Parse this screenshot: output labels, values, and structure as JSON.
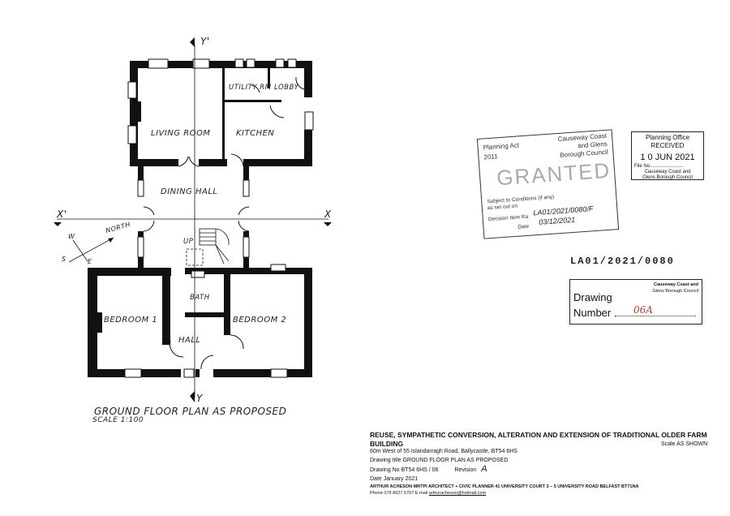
{
  "plan": {
    "rooms": [
      {
        "name": "LIVING ROOM"
      },
      {
        "name": "UTILITY RM"
      },
      {
        "name": "LOBBY"
      },
      {
        "name": "KITCHEN"
      },
      {
        "name": "DINING HALL"
      },
      {
        "name": "BATH"
      },
      {
        "name": "BEDROOM 1"
      },
      {
        "name": "BEDROOM 2"
      },
      {
        "name": "HALL"
      }
    ],
    "stair_label": "UP",
    "section_labels": {
      "y_top": "Y'",
      "y_bottom": "Y",
      "x_left": "X'",
      "x_right": "X"
    },
    "compass": {
      "north": "NORTH",
      "w": "W",
      "e": "E",
      "s": "S"
    },
    "title": "GROUND FLOOR PLAN AS PROPOSED",
    "scale": "SCALE 1:100"
  },
  "granted_stamp": {
    "act": "Planning Act",
    "year": "2011",
    "council_line1": "Causeway Coast",
    "council_line2": "and Glens",
    "council_line3": "Borough Council",
    "status": "GRANTED",
    "subject": "Subject to Conditions (if any)",
    "as_set_out": "as set out on",
    "decision_label": "Decision Item Ra",
    "decision_value": "LA01/2021/0080/F",
    "date_label": "Date",
    "date_value": "03/12/2021"
  },
  "received_stamp": {
    "line1": "Planning Office",
    "line2": "RECEIVED",
    "date": "1 0 JUN 2021",
    "file_no": "File No.........................",
    "council1": "Causeway Coast and",
    "council2": "Glens Borough Council"
  },
  "reference_number": "LA01/2021/0080",
  "drawing_number_box": {
    "council1": "Causeway Coast and",
    "council2": "Glens Borough Council",
    "label1": "Drawing",
    "label2": "Number",
    "value": "06A"
  },
  "title_block": {
    "project": "REUSE, SYMPATHETIC CONVERSION, ALTERATION AND EXTENSION OF TRADITIONAL OLDER FARM BUILDING",
    "address": "60m West of 55 Islandarragh Road, Ballycastle, BT54 6HS",
    "scale": "Scale AS SHOWN",
    "drawing_title": "Drawing title  GROUND FLOOR PLAN AS PROPOSED",
    "drawing_no": "Drawing No  BT54 6HS / 06",
    "revision_label": "Revision",
    "revision_value": "A",
    "date": "Date January  2021",
    "architect": "ARTHUR ACHESON MRTPI ARCHITECT + CIVIC PLANNER 41 UNIVERSITY COURT 3 – 5 UNIVERSITY ROAD BELFAST BT71NA",
    "phone": "Phone 079 8027 6707  E-mail",
    "email": "arthuracheson@hotmail.com"
  }
}
